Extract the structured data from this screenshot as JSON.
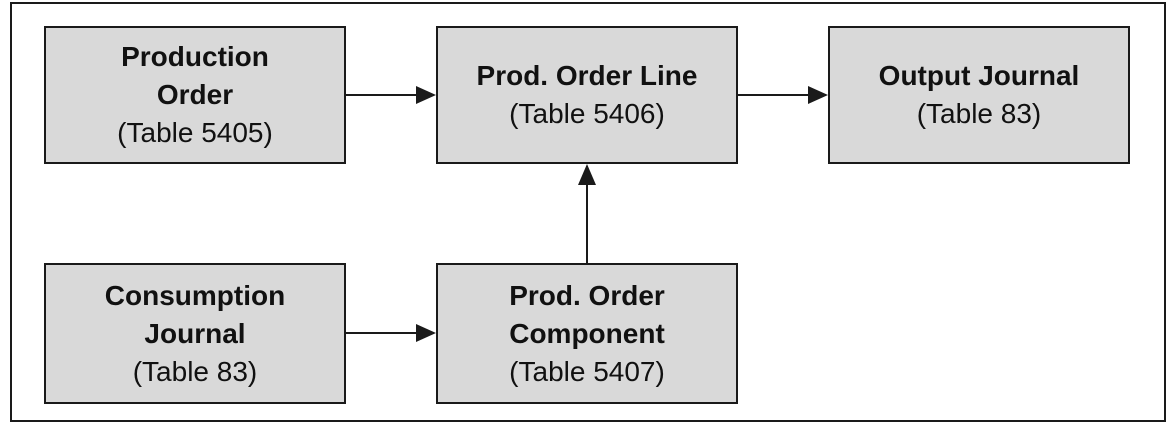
{
  "nodes": {
    "production_order": {
      "title": "Production\nOrder",
      "subtitle": "(Table 5405)"
    },
    "prod_order_line": {
      "title": "Prod. Order Line",
      "subtitle": "(Table 5406)"
    },
    "output_journal": {
      "title": "Output Journal",
      "subtitle": "(Table 83)"
    },
    "consumption_journal": {
      "title": "Consumption\nJournal",
      "subtitle": "(Table 83)"
    },
    "prod_order_component": {
      "title": "Prod. Order\nComponent",
      "subtitle": "(Table 5407)"
    }
  },
  "edges": [
    {
      "from": "production_order",
      "to": "prod_order_line"
    },
    {
      "from": "prod_order_line",
      "to": "output_journal"
    },
    {
      "from": "prod_order_component",
      "to": "prod_order_line"
    },
    {
      "from": "consumption_journal",
      "to": "prod_order_component"
    }
  ],
  "colors": {
    "node_fill": "#d9d9d9",
    "stroke": "#1a1a1a",
    "background": "#ffffff"
  }
}
